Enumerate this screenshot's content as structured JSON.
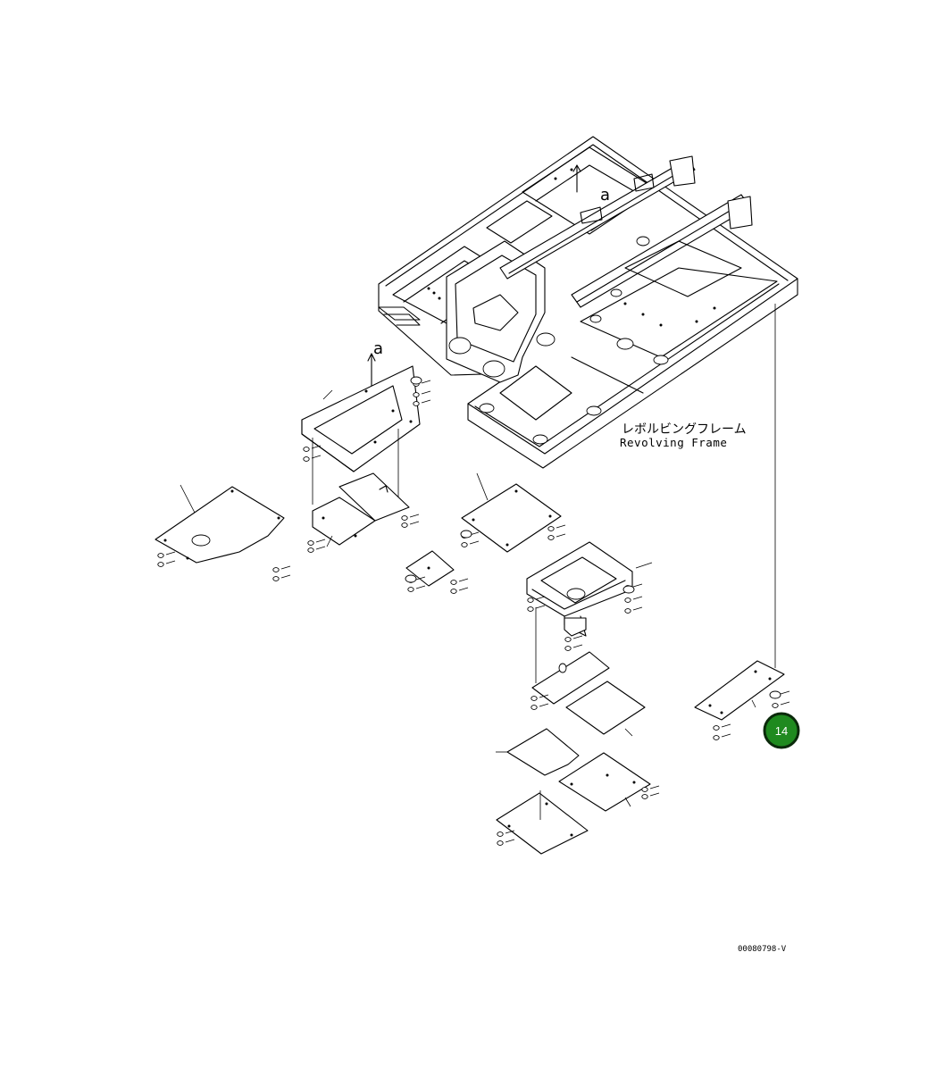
{
  "frame_label": {
    "japanese": "レボルビングフレーム",
    "english": "Revolving Frame"
  },
  "view_markers": [
    "a",
    "a"
  ],
  "callout": {
    "number": "14",
    "color": "#1f8a1f",
    "ring_color": "#0b2a0b"
  },
  "drawing_code": "00080798-V"
}
